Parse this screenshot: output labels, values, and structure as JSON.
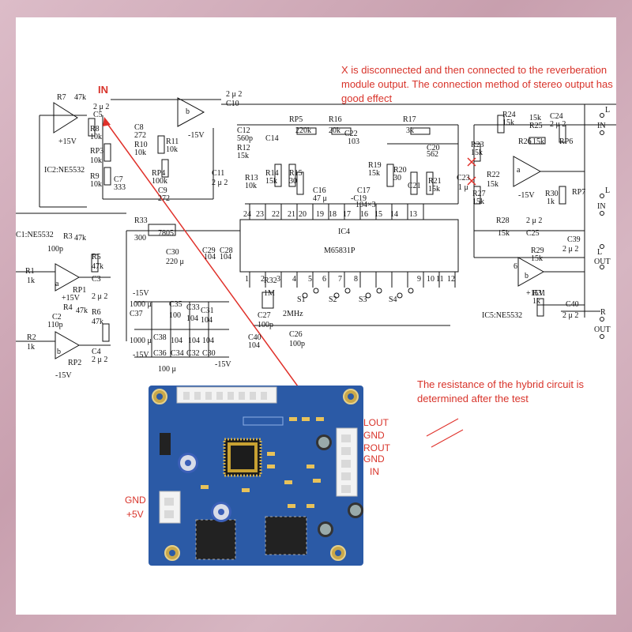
{
  "notes": {
    "reverb_note": "X is disconnected and then connected to the reverberation module output. The connection method of stereo output has good effect",
    "hybrid_note": "The resistance of the hybrid circuit is determined after the test",
    "in_marker": "IN"
  },
  "schematic": {
    "ic4_label": "IC4",
    "ic4_part": "M65831P",
    "ic2_label": "IC2:NE5532",
    "ic1_label": "C1:NE5532",
    "ic5_label": "IC5:NE5532",
    "outputs": [
      "L",
      "IN",
      "L",
      "IN",
      "L",
      "OUT",
      "R",
      "OUT"
    ],
    "switches": [
      "S1",
      "S2",
      "S3",
      "S4"
    ],
    "crystal": "2MHz",
    "reg": "7805",
    "supply": [
      "+15V",
      "-15V"
    ]
  },
  "board": {
    "pins_right": [
      "LOUT",
      "GND",
      "ROUT",
      "GND",
      "IN"
    ],
    "power_pins": [
      "GND",
      "+5V"
    ]
  }
}
